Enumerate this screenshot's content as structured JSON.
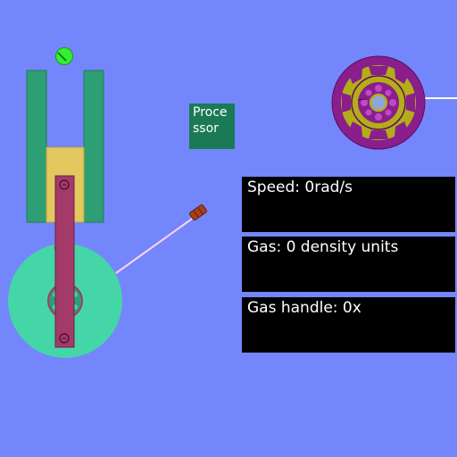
{
  "processor": {
    "label": "Processor"
  },
  "readouts": {
    "speed": "Speed: 0rad/s",
    "gas": "Gas: 0 density units",
    "gas_handle": "Gas handle: 0x"
  },
  "colors": {
    "background": "#7486fb",
    "cylinder": "#2e9e74",
    "piston": "#e3c860",
    "connecting_rod": "#a33a6a",
    "flywheel": "#45d6a8",
    "gear_outer": "#8a1e8c",
    "gear_ring": "#b3ad19",
    "gear_hub": "#8fa7d8",
    "indicator": "#33ee33",
    "spark": "#a8401a",
    "wire": "#ffd4f0",
    "readout_bg": "#000000",
    "readout_text": "#ffffff"
  }
}
